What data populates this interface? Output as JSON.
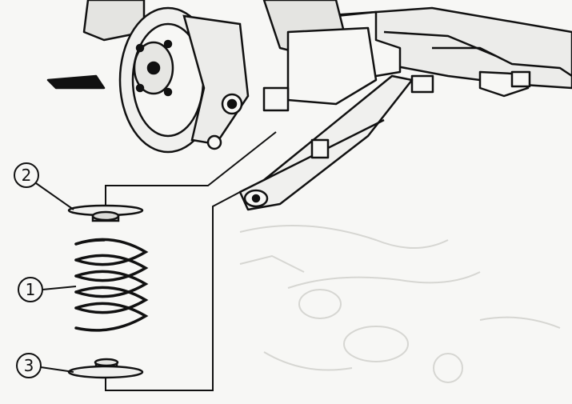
{
  "callouts": [
    {
      "number": "1",
      "part": "coil-spring"
    },
    {
      "number": "2",
      "part": "upper-insulator"
    },
    {
      "number": "3",
      "part": "lower-insulator"
    }
  ],
  "colors": {
    "ink": "#111111",
    "paper": "#f7f7f5",
    "ghost": "#d6d6d2"
  }
}
